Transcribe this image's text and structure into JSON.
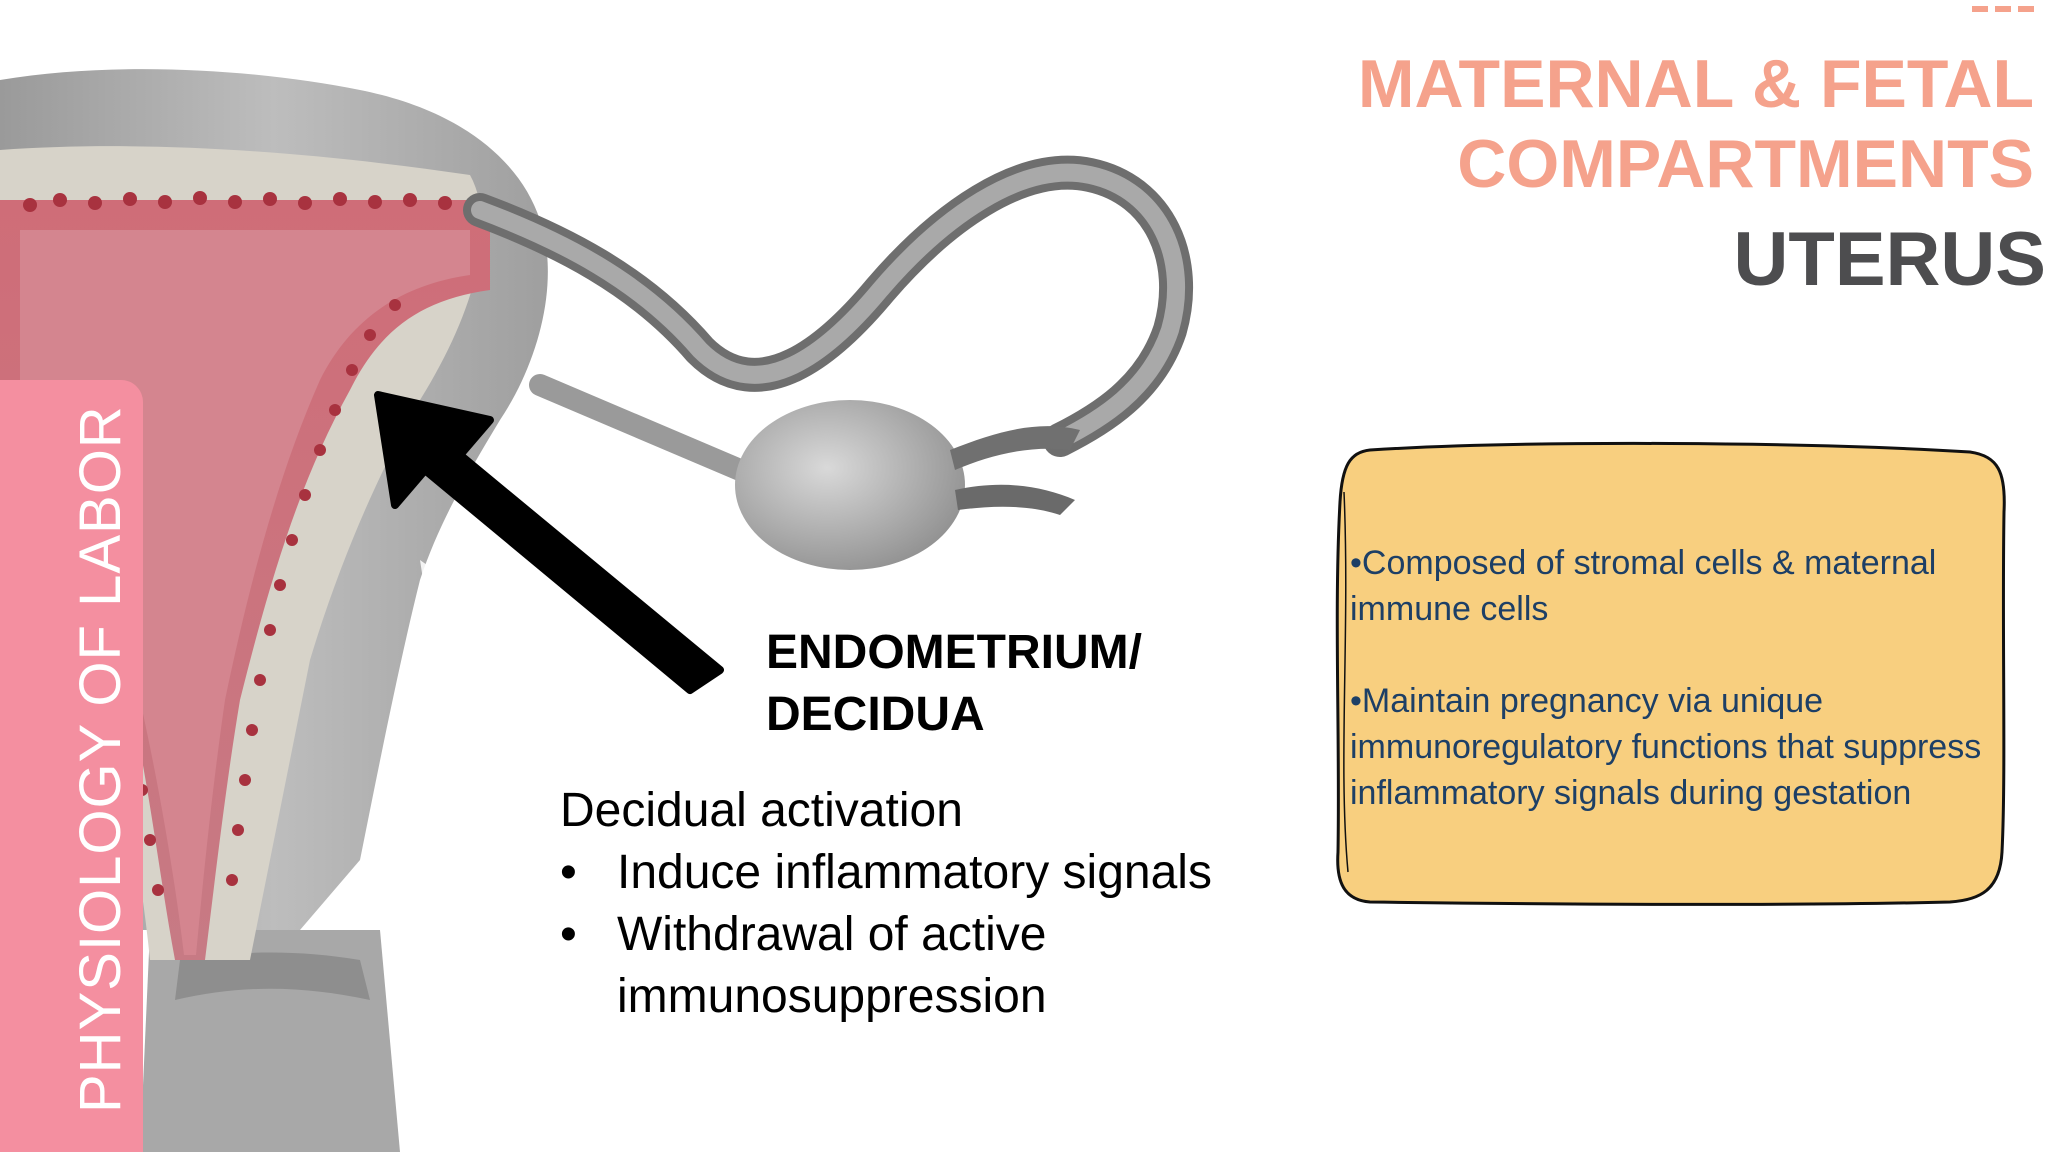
{
  "side_tab": {
    "label": "PHYSIOLOGY OF LABOR",
    "color": "#f48fa0"
  },
  "title": {
    "line1": "MATERNAL & FETAL",
    "line2": "COMPARTMENTS",
    "subtitle": "UTERUS",
    "accent_color": "#f5a28c",
    "subtitle_color": "#4d4d4f"
  },
  "diagram": {
    "label_line1": "ENDOMETRIUM/",
    "label_line2": "DECIDUA"
  },
  "activation": {
    "heading": "Decidual activation",
    "bullet_symbol": "•",
    "items": [
      "Induce inflammatory signals",
      "Withdrawal of active immunosuppression"
    ]
  },
  "note_card": {
    "fill_color": "#f8cf7f",
    "text_color": "#1d3f66",
    "paragraphs": [
      "•Composed of stromal cells & maternal immune cells",
      "•Maintain pregnancy via unique immunoregulatory  functions that suppress inflammatory signals during gestation"
    ]
  }
}
